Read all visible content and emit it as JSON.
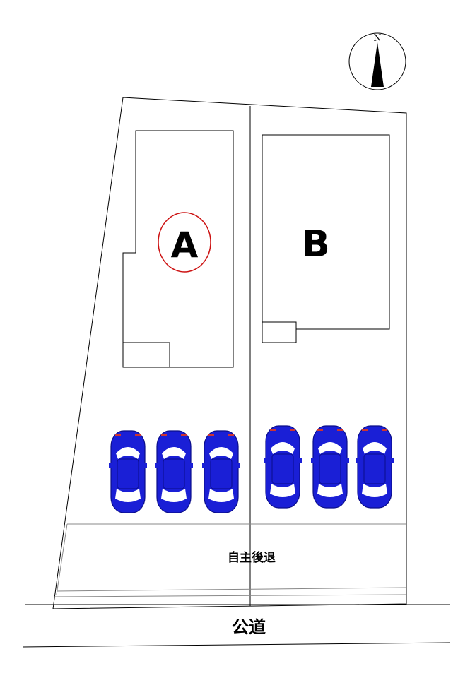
{
  "compass": {
    "north_label": "N",
    "icon": "north-arrow-icon"
  },
  "lots": [
    {
      "id": "A",
      "label": "A",
      "highlighted": true
    },
    {
      "id": "B",
      "label": "B",
      "highlighted": false
    }
  ],
  "setback_label": "自主後退",
  "road_label": "公道",
  "parking": {
    "lot_a_cars": 3,
    "lot_b_cars": 3,
    "car_color": "#1a1fd6",
    "icon": "car-icon"
  },
  "colors": {
    "line": "#000000",
    "highlight_circle": "#cc1111",
    "setback_line": "#888888"
  }
}
